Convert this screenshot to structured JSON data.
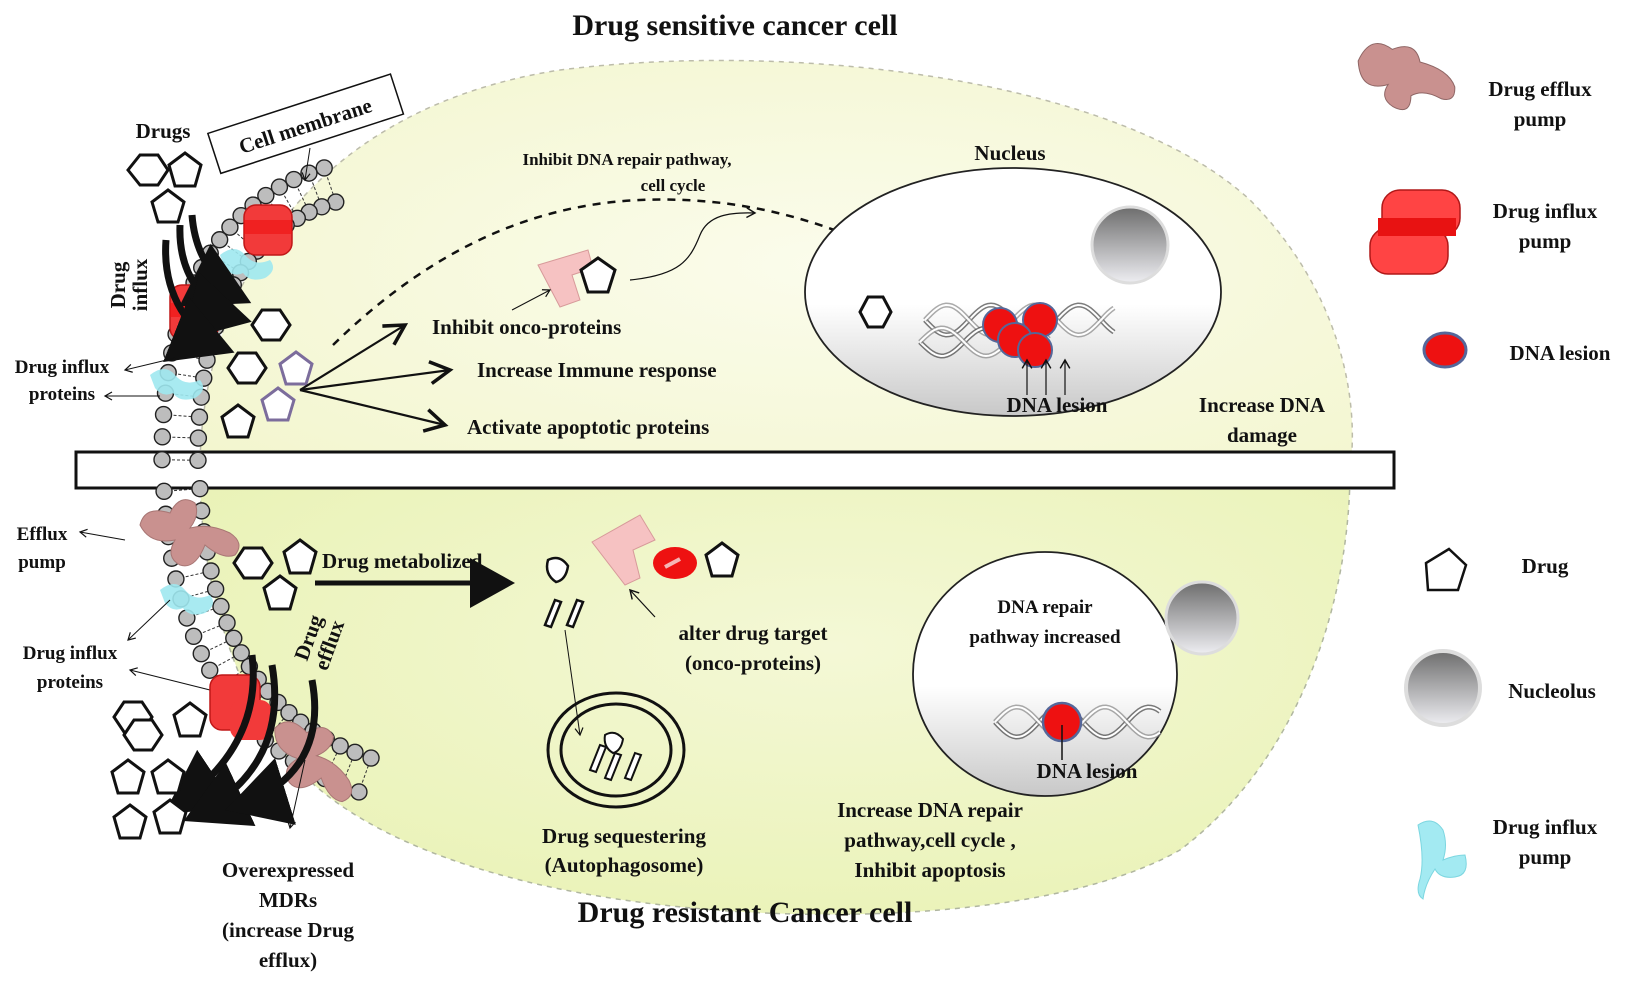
{
  "titles": {
    "top": "Drug sensitive cancer cell",
    "bottom": "Drug resistant Cancer cell"
  },
  "top_panel": {
    "drugs": "Drugs",
    "cell_membrane": "Cell membrane",
    "drug_influx_line1": "Drug",
    "drug_influx_line2": "influx",
    "influx_proteins_line1": "Drug influx",
    "influx_proteins_line2": "proteins",
    "inhibit_dna_line1": "Inhibit  DNA repair  pathway,",
    "inhibit_dna_line2": "cell cycle",
    "effects": [
      "Inhibit  onco-proteins",
      "Increase Immune response",
      "Activate apoptotic proteins"
    ],
    "nucleus": "Nucleus",
    "dna_lesion": "DNA lesion",
    "increase_damage_line1": "Increase DNA",
    "increase_damage_line2": "damage"
  },
  "bottom_panel": {
    "efflux_pump_line1": "Efflux",
    "efflux_pump_line2": "pump",
    "drug_metabolized": "Drug metabolized",
    "drug_efflux_line1": "Drug",
    "drug_efflux_line2": "efflux",
    "influx_proteins_line1": "Drug influx",
    "influx_proteins_line2": "proteins",
    "alter_target_line1": "alter drug target",
    "alter_target_line2": "(onco-proteins)",
    "sequester_line1": "Drug sequestering",
    "sequester_line2": "(Autophagosome)",
    "dna_repair_line1": "DNA repair",
    "dna_repair_line2": "pathway  increased",
    "dna_lesion": "DNA lesion",
    "increase_repair_line1": "Increase  DNA repair",
    "increase_repair_line2": "pathway,cell cycle ,",
    "increase_repair_line3": "Inhibit apoptosis",
    "mdr_line1": "Overexpressed",
    "mdr_line2": "MDRs",
    "mdr_line3": "(increase Drug",
    "mdr_line4": "efflux)"
  },
  "legend": [
    {
      "icon": "drug-efflux-pump-icon",
      "line1": "Drug efflux",
      "line2": "pump"
    },
    {
      "icon": "drug-influx-pump-icon",
      "line1": "Drug influx",
      "line2": "pump"
    },
    {
      "icon": "dna-lesion-icon",
      "line1": "DNA lesion",
      "line2": ""
    },
    {
      "icon": "drug-icon",
      "line1": "Drug",
      "line2": ""
    },
    {
      "icon": "nucleolus-icon",
      "line1": "Nucleolus",
      "line2": ""
    },
    {
      "icon": "drug-influx-protein-icon",
      "line1": "Drug influx",
      "line2": "pump"
    }
  ],
  "colors": {
    "cytoplasm": "#f6f8d8",
    "cytoplasm_bottom": "#eef5c0",
    "influx_pump": "#f23a3a",
    "efflux_pump": "#c9918f",
    "influx_protein": "#9fe8f0",
    "lesion": "#ee1111",
    "lesion_border": "#55679a",
    "oncoprotein": "#f6c2c2",
    "lipid": "#bdbdbd"
  }
}
